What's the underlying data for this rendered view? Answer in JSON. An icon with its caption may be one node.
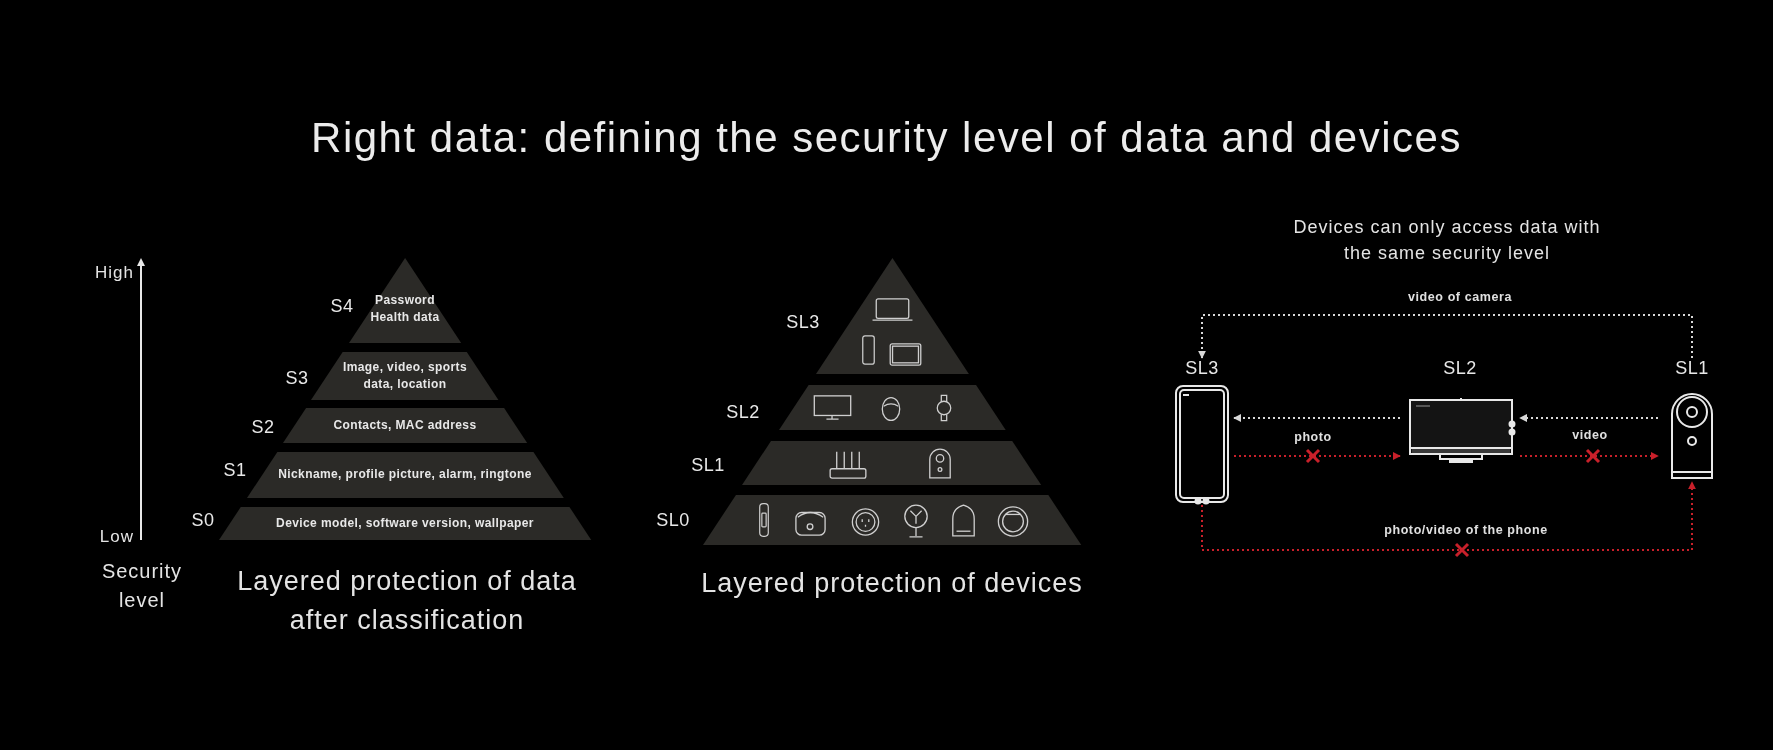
{
  "diagram": {
    "title": "Right data: defining the security level of data and devices",
    "nodes": [
      {
        "text": [
          "Password Health data"
        ],
        "beside": [
          "S4"
        ]
      },
      {
        "text": [
          "Image, video, sports data, location"
        ],
        "beside": [
          "S3"
        ]
      },
      {
        "text": [
          "Contacts, MAC address"
        ],
        "beside": [
          "S2"
        ]
      },
      {
        "text": [
          "Nickname, profile picture, alarm, ringtone"
        ],
        "beside": [
          "S1"
        ]
      },
      {
        "text": [
          "Device model, software version, wallpaper"
        ],
        "beside": [
          "S0"
        ]
      },
      {
        "text": [],
        "shape": "triangle",
        "beside": [
          "SL3"
        ]
      },
      {
        "text": [],
        "shape": "trapezoid",
        "beside": [
          "SL2"
        ]
      },
      {
        "text": [],
        "shape": "trapezoid",
        "beside": [
          "SL1"
        ]
      },
      {
        "text": [],
        "shape": "trapezoid",
        "beside": [
          "SL0"
        ]
      },
      {
        "text": [],
        "shape": "picture",
        "beside": [
          "SL3"
        ]
      },
      {
        "text": [],
        "shape": "picture",
        "beside": [
          "SL2"
        ]
      },
      {
        "text": [],
        "shape": "picture",
        "beside": [
          "SL1"
        ]
      }
    ],
    "edges": [
      {
        "from": 11,
        "to": 9,
        "arrow": "to",
        "label": "video of camera",
        "style": "dashed"
      },
      {
        "from": 10,
        "to": 9,
        "arrow": "to",
        "style": "dashed"
      },
      {
        "from": 9,
        "to": 10,
        "arrow": "to",
        "label": "photo",
        "style": "dashed",
        "color": "#c8202a"
      },
      {
        "from": 11,
        "to": 10,
        "arrow": "to",
        "style": "dashed"
      },
      {
        "from": 10,
        "to": 11,
        "arrow": "to",
        "label": "video",
        "style": "dashed",
        "color": "#c8202a"
      },
      {
        "from": 9,
        "to": 11,
        "arrow": "to",
        "label": "photo/video of the phone",
        "style": "dashed",
        "color": "#c8202a"
      }
    ],
    "labels": [
      "High",
      "Low",
      "Security level",
      "Layered protection of data after classification",
      "Layered protection of devices",
      "Devices can only access data with the same security level"
    ]
  }
}
